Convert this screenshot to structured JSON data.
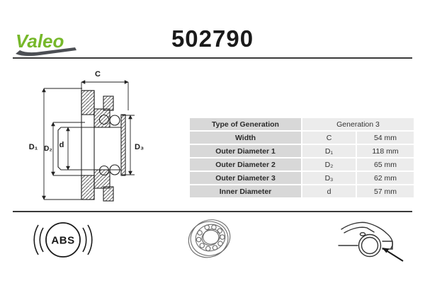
{
  "header": {
    "brand": "Valeo",
    "part_number": "502790"
  },
  "diagram": {
    "labels": {
      "c": "C",
      "d1": "D₁",
      "d2": "D₂",
      "d": "d",
      "d3": "D₃"
    }
  },
  "spec_table": {
    "rows": [
      {
        "label": "Type of Generation",
        "symbol": "",
        "value": "Generation 3"
      },
      {
        "label": "Width",
        "symbol": "C",
        "value": "54 mm"
      },
      {
        "label": "Outer Diameter 1",
        "symbol": "D₁",
        "value": "118 mm"
      },
      {
        "label": "Outer Diameter 2",
        "symbol": "D₂",
        "value": "65 mm"
      },
      {
        "label": "Outer Diameter 3",
        "symbol": "D₃",
        "value": "62 mm"
      },
      {
        "label": "Inner Diameter",
        "symbol": "d",
        "value": "57 mm"
      }
    ]
  },
  "footer": {
    "abs_label": "ABS"
  },
  "colors": {
    "brand_green": "#76b82a",
    "swoosh_gray": "#4c4f54",
    "table_label_bg": "#d8d8d8",
    "table_value_bg": "#ececec",
    "rule_color": "#3a3a3a",
    "drawing_line": "#222222"
  }
}
